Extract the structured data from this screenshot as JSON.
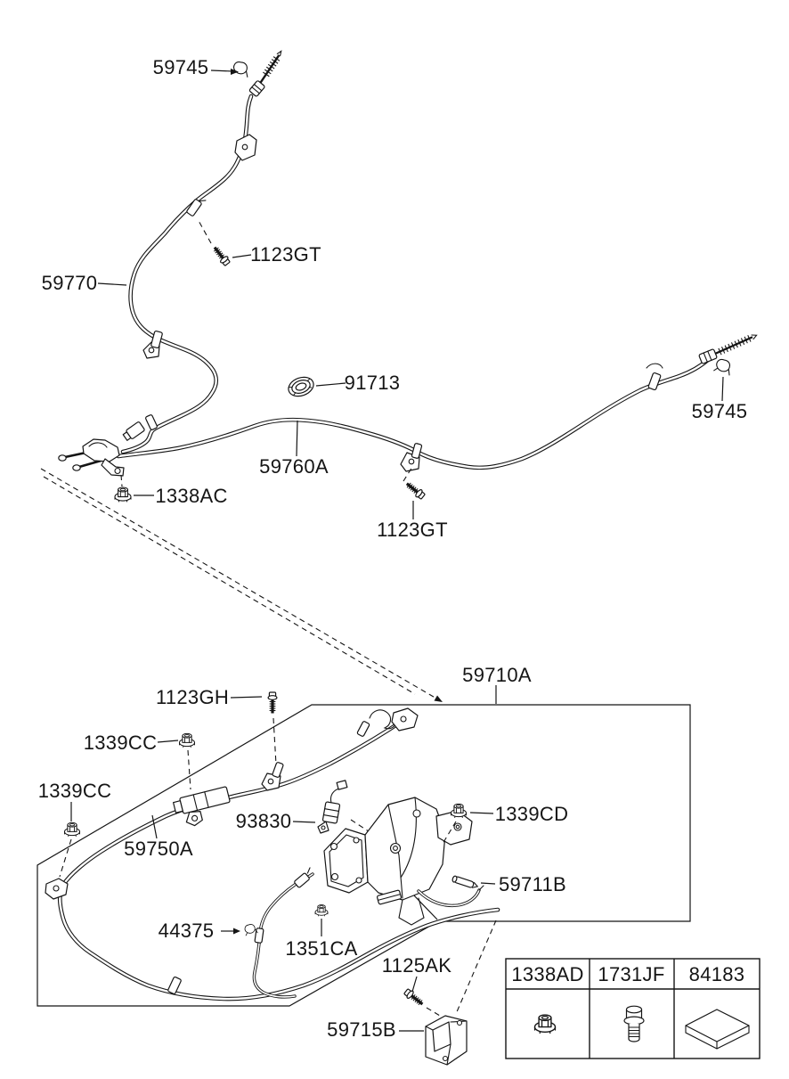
{
  "diagram": {
    "callouts": {
      "clip_top": "59745",
      "bolt_top": "1123GT",
      "cable_left": "59770",
      "grommet": "91713",
      "cable_right": "59760A",
      "clip_right": "59745",
      "nut_equalizer": "1338AC",
      "bolt_mid": "1123GT",
      "assembly_box": "59710A",
      "bolt_pedal": "1123GH",
      "nut_upper": "1339CC",
      "nut_lower": "1339CC",
      "cable_front": "59750A",
      "switch": "93830",
      "nut_pedal": "1339CD",
      "pin": "59711B",
      "clip_front": "44375",
      "nut_front": "1351CA",
      "bolt_bracket": "1125AK",
      "bracket": "59715B"
    },
    "legend_table": {
      "columns": [
        {
          "part_no": "1338AD",
          "icon": "flange-nut-icon"
        },
        {
          "part_no": "1731JF",
          "icon": "flange-bolt-icon"
        },
        {
          "part_no": "84183",
          "icon": "pad-icon"
        }
      ]
    },
    "colors": {
      "line": "#151515",
      "background": "#ffffff"
    }
  }
}
